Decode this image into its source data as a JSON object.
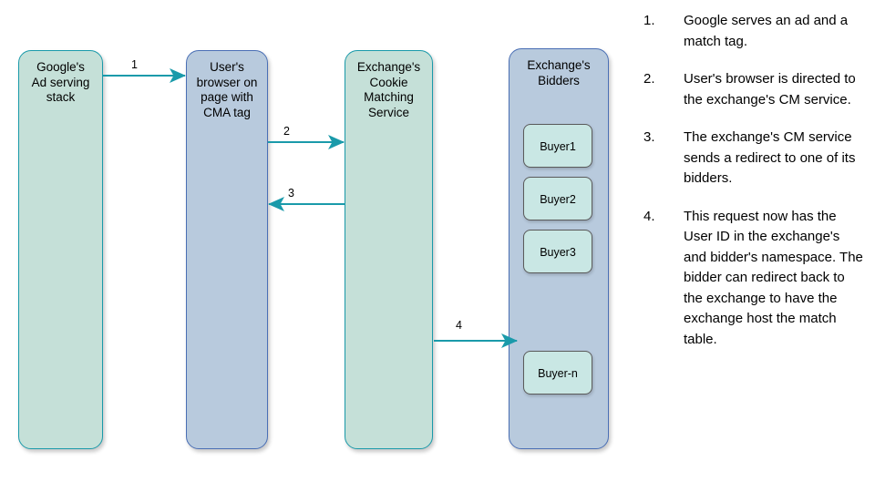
{
  "diagram": {
    "lanes": [
      {
        "id": "google",
        "label": "Google's\nAd serving\nstack",
        "fill": "#c5e0d8",
        "stroke": "#1a9aaa"
      },
      {
        "id": "browser",
        "label": "User's\nbrowser on\npage with\nCMA tag",
        "fill": "#b8cadd",
        "stroke": "#4a6fb5"
      },
      {
        "id": "cms",
        "label": "Exchange's\nCookie\nMatching\nService",
        "fill": "#c5e0d8",
        "stroke": "#1a9aaa"
      },
      {
        "id": "bidders",
        "label": "Exchange's\nBidders",
        "fill": "#b8cadd",
        "stroke": "#4a6fb5"
      }
    ],
    "buyers": [
      {
        "id": "buyer-1",
        "label": "Buyer1"
      },
      {
        "id": "buyer-2",
        "label": "Buyer2"
      },
      {
        "id": "buyer-3",
        "label": "Buyer3"
      },
      {
        "id": "buyer-n",
        "label": "Buyer-n"
      }
    ],
    "arrows": [
      {
        "id": "arrow-1",
        "label": "1",
        "from": "google",
        "to": "browser",
        "direction": "right"
      },
      {
        "id": "arrow-2",
        "label": "2",
        "from": "browser",
        "to": "cms",
        "direction": "right"
      },
      {
        "id": "arrow-3",
        "label": "3",
        "from": "cms",
        "to": "browser",
        "direction": "left"
      },
      {
        "id": "arrow-4",
        "label": "4",
        "from": "cms",
        "to": "bidders",
        "direction": "right"
      }
    ],
    "arrow_color": "#1a9aaa"
  },
  "legend": {
    "items": [
      {
        "number": "1.",
        "text": "Google serves an ad and a match tag."
      },
      {
        "number": "2.",
        "text": "User's browser is directed to the exchange's CM service."
      },
      {
        "number": "3.",
        "text": "The exchange's CM service sends a redirect to one of its bidders."
      },
      {
        "number": "4.",
        "text": "This request now has the User ID in the exchange's and bidder's namespace. The bidder can redirect back to the exchange to have the exchange host the match table."
      }
    ]
  }
}
